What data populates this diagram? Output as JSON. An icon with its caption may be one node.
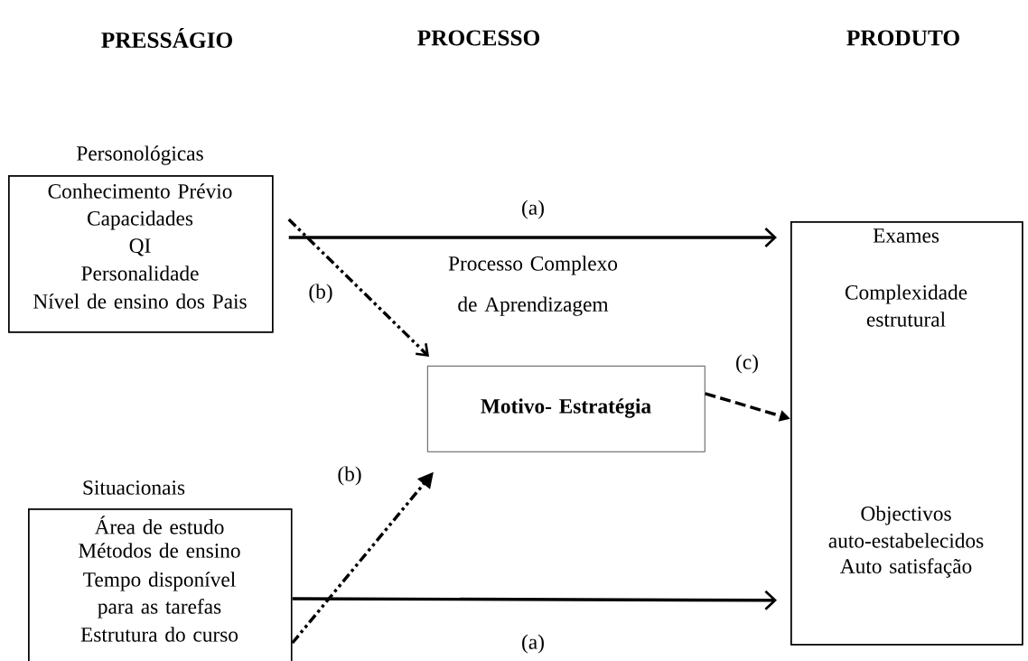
{
  "diagram": {
    "nodes": [
      {
        "text": [
          "Personológicas",
          "Conhecimento Prévio",
          "Capacidades",
          "QI",
          "Personalidade",
          "Nível de ensino dos Pais"
        ]
      },
      {
        "text": [
          "Situacionais",
          "Área de estudo",
          "Métodos de ensino",
          "Tempo disponível para as tarefas",
          "Estrutura do curso"
        ]
      },
      {
        "text": [
          "Motivo- Estratégia"
        ]
      },
      {
        "text": [
          "Exames",
          "Complexidade estrutural",
          "Objectivos auto-estabelecidos",
          "Auto satisfação"
        ]
      }
    ],
    "edges": [
      {
        "from": 0,
        "to": 3,
        "arrow": "to",
        "label": "(a)"
      },
      {
        "from": 0,
        "to": 2,
        "arrow": "to",
        "label": "(b)",
        "style": "dashed"
      },
      {
        "from": 1,
        "to": 2,
        "arrow": "to",
        "label": "(b)",
        "style": "dashed"
      },
      {
        "from": 1,
        "to": 3,
        "arrow": "to",
        "label": "(a)"
      },
      {
        "from": 2,
        "to": 3,
        "arrow": "to",
        "label": "(c)",
        "style": "dashed"
      }
    ],
    "labels": [
      "PRESSÁGIO",
      "PROCESSO",
      "PRODUTO",
      "Processo Complexo de Aprendizagem"
    ]
  }
}
